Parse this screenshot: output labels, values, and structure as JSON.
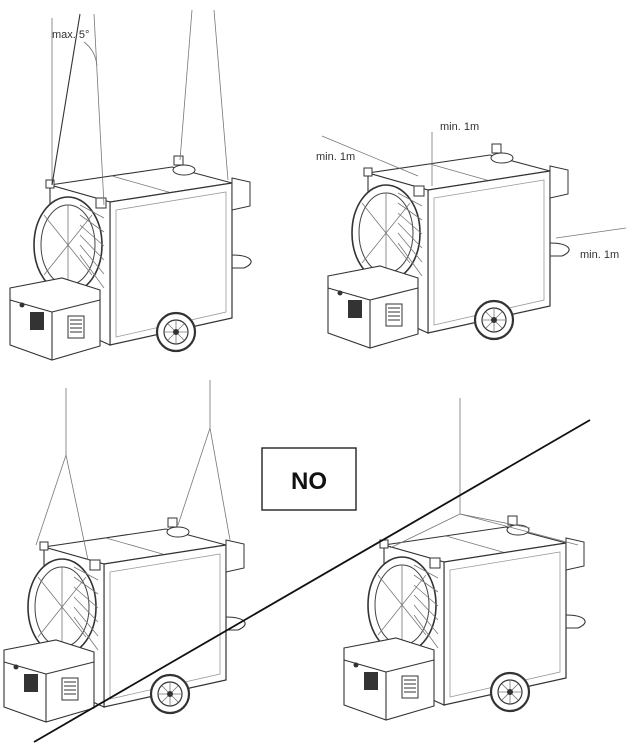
{
  "annotations": {
    "max_angle": "max. 5°",
    "min_top": "min. 1m",
    "min_left": "min. 1m",
    "min_right": "min. 1m",
    "no_label": "NO"
  }
}
